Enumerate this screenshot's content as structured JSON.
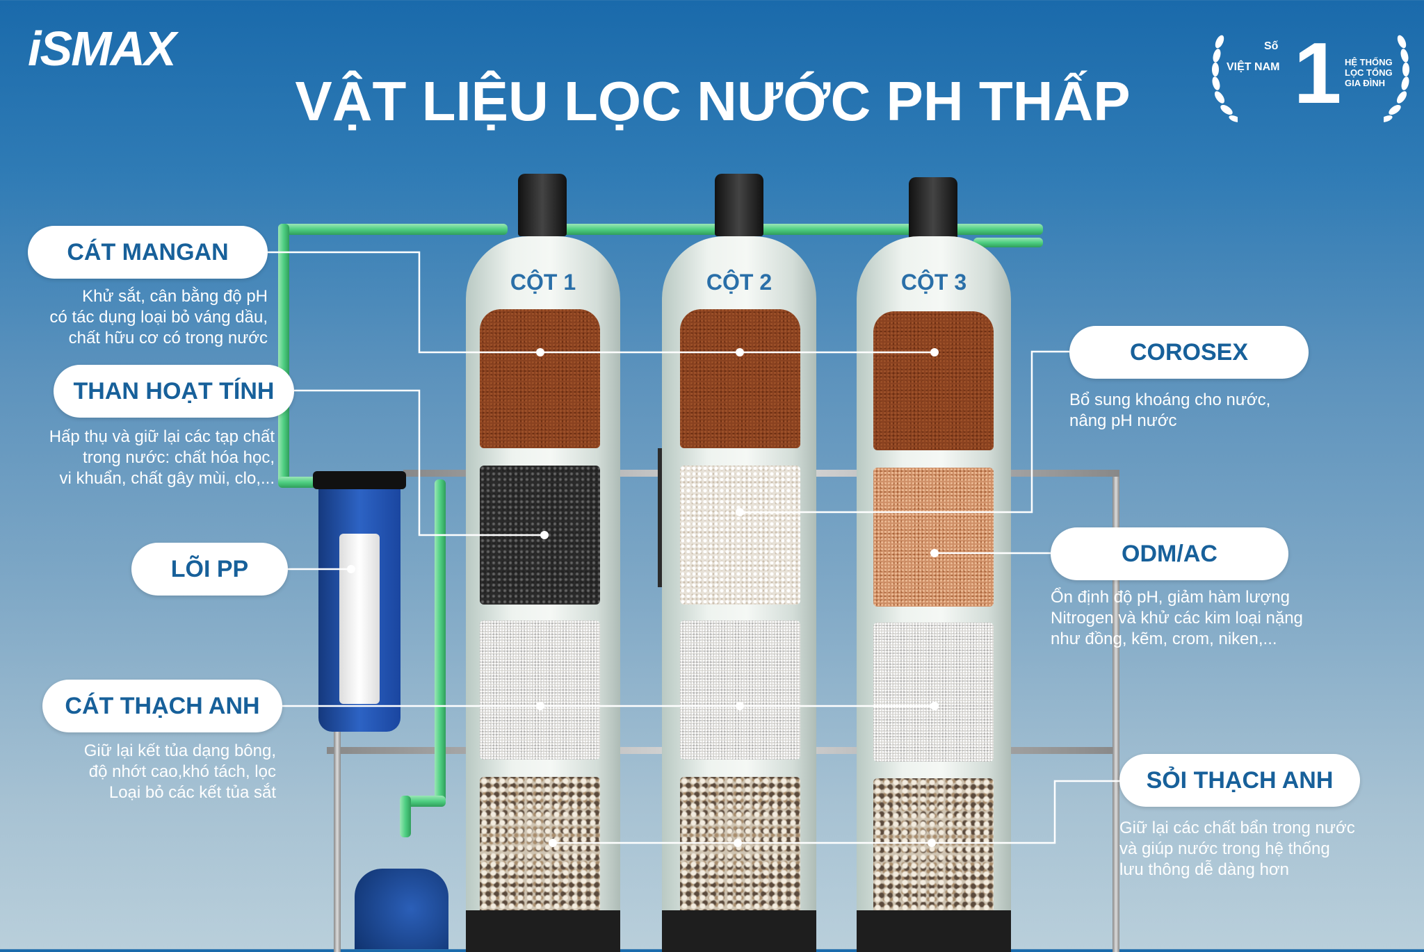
{
  "header": {
    "logo": "iSMAX",
    "title": "VẬT LIỆU LỌC NƯỚC PH THẤP"
  },
  "badge": {
    "so": "Số",
    "vietnam": "VIỆT NAM",
    "number": "1",
    "system_line1": "HỆ THỐNG",
    "system_line2": "LỌC TỔNG",
    "system_line3": "GIA ĐÌNH"
  },
  "columns": [
    {
      "label": "CỘT 1"
    },
    {
      "label": "CỘT 2"
    },
    {
      "label": "CỘT 3"
    }
  ],
  "materials": {
    "cat_mangan": {
      "name": "CÁT MANGAN",
      "desc": "Khử sắt, cân bằng độ pH\ncó tác dụng loại bỏ váng dầu,\nchất hữu cơ có trong nước"
    },
    "than_hoat_tinh": {
      "name": "THAN HOẠT TÍNH",
      "desc": "Hấp thụ và giữ lại các tạp chất\ntrong nước: chất hóa học,\nvi khuẩn, chất gây mùi, clo,..."
    },
    "loi_pp": {
      "name": "LÕI PP"
    },
    "cat_thach_anh": {
      "name": "CÁT THẠCH ANH",
      "desc": "Giữ lại kết tủa dạng bông,\nđộ nhớt cao,khó tách, lọc\nLoại bỏ các kết tủa sắt"
    },
    "corosex": {
      "name": "COROSEX",
      "desc": "Bổ sung khoáng cho nước,\nnâng pH nước"
    },
    "odm_ac": {
      "name": "ODM/AC",
      "desc": "Ổn định độ pH, giảm hàm lượng\nNitrogen và  khử các kim loại nặng\nnhư đồng, kẽm, crom, niken,..."
    },
    "soi_thach_anh": {
      "name": "SỎI THẠCH ANH",
      "desc": "Giữ lại các chất bẩn trong nước\nvà giúp nước trong hệ thống\nlưu thông dễ dàng hơn"
    }
  },
  "colors": {
    "label_text": "#17609a",
    "background_top": "#1a6aab",
    "pipe": "#4fcf82",
    "filter_housing": "#1f4fa8"
  }
}
